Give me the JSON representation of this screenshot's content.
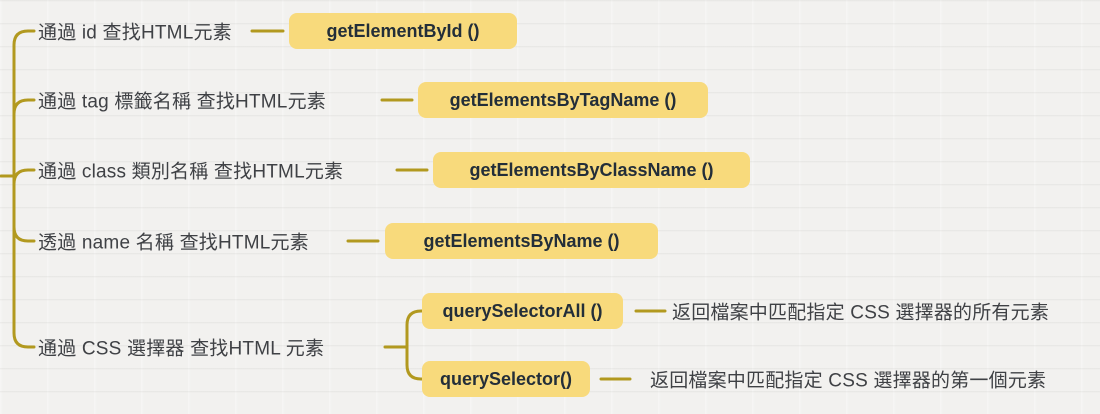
{
  "app": {
    "view_title": "DOM element lookup mind map"
  },
  "colors": {
    "background": "#f2f1ef",
    "branch": "#b2991f",
    "node_fill": "#f8da7c",
    "node_text": "#232e39",
    "topic_text": "#3f4145"
  },
  "tree": {
    "branches": [
      {
        "topic": "通過 id 查找HTML元素",
        "method": "getElementById ()"
      },
      {
        "topic": "通過 tag 標籤名稱 查找HTML元素",
        "method": "getElementsByTagName ()"
      },
      {
        "topic": "通過 class 類別名稱 查找HTML元素",
        "method": "getElementsByClassName ()"
      },
      {
        "topic": "透過 name 名稱 查找HTML元素",
        "method": "getElementsByName ()"
      },
      {
        "topic": "通過 CSS 選擇器 查找HTML 元素",
        "children": [
          {
            "method": "querySelectorAll ()",
            "note": "返回檔案中匹配指定 CSS 選擇器的所有元素"
          },
          {
            "method": "querySelector()",
            "note": "返回檔案中匹配指定 CSS 選擇器的第一個元素"
          }
        ]
      }
    ]
  }
}
